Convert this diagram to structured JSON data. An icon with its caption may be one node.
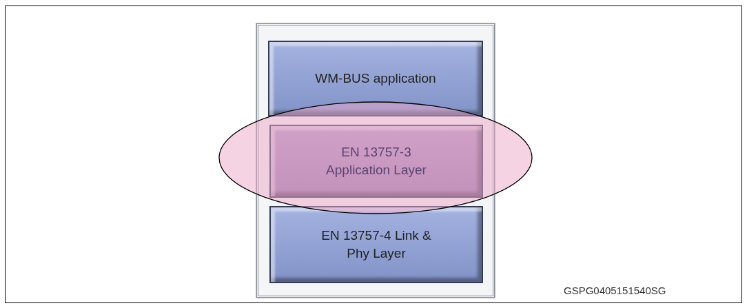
{
  "diagram": {
    "nodes": [
      {
        "text": [],
        "shape": "box"
      },
      {
        "text": [
          "WM-BUS application"
        ],
        "in": 0
      },
      {
        "text": [
          "EN 13757-3 Application Layer"
        ],
        "in": 0
      },
      {
        "text": [
          "EN 13757-4 Link & Phy Layer"
        ],
        "in": 0
      }
    ],
    "labels": [
      "GSPG0405151540SG"
    ]
  }
}
